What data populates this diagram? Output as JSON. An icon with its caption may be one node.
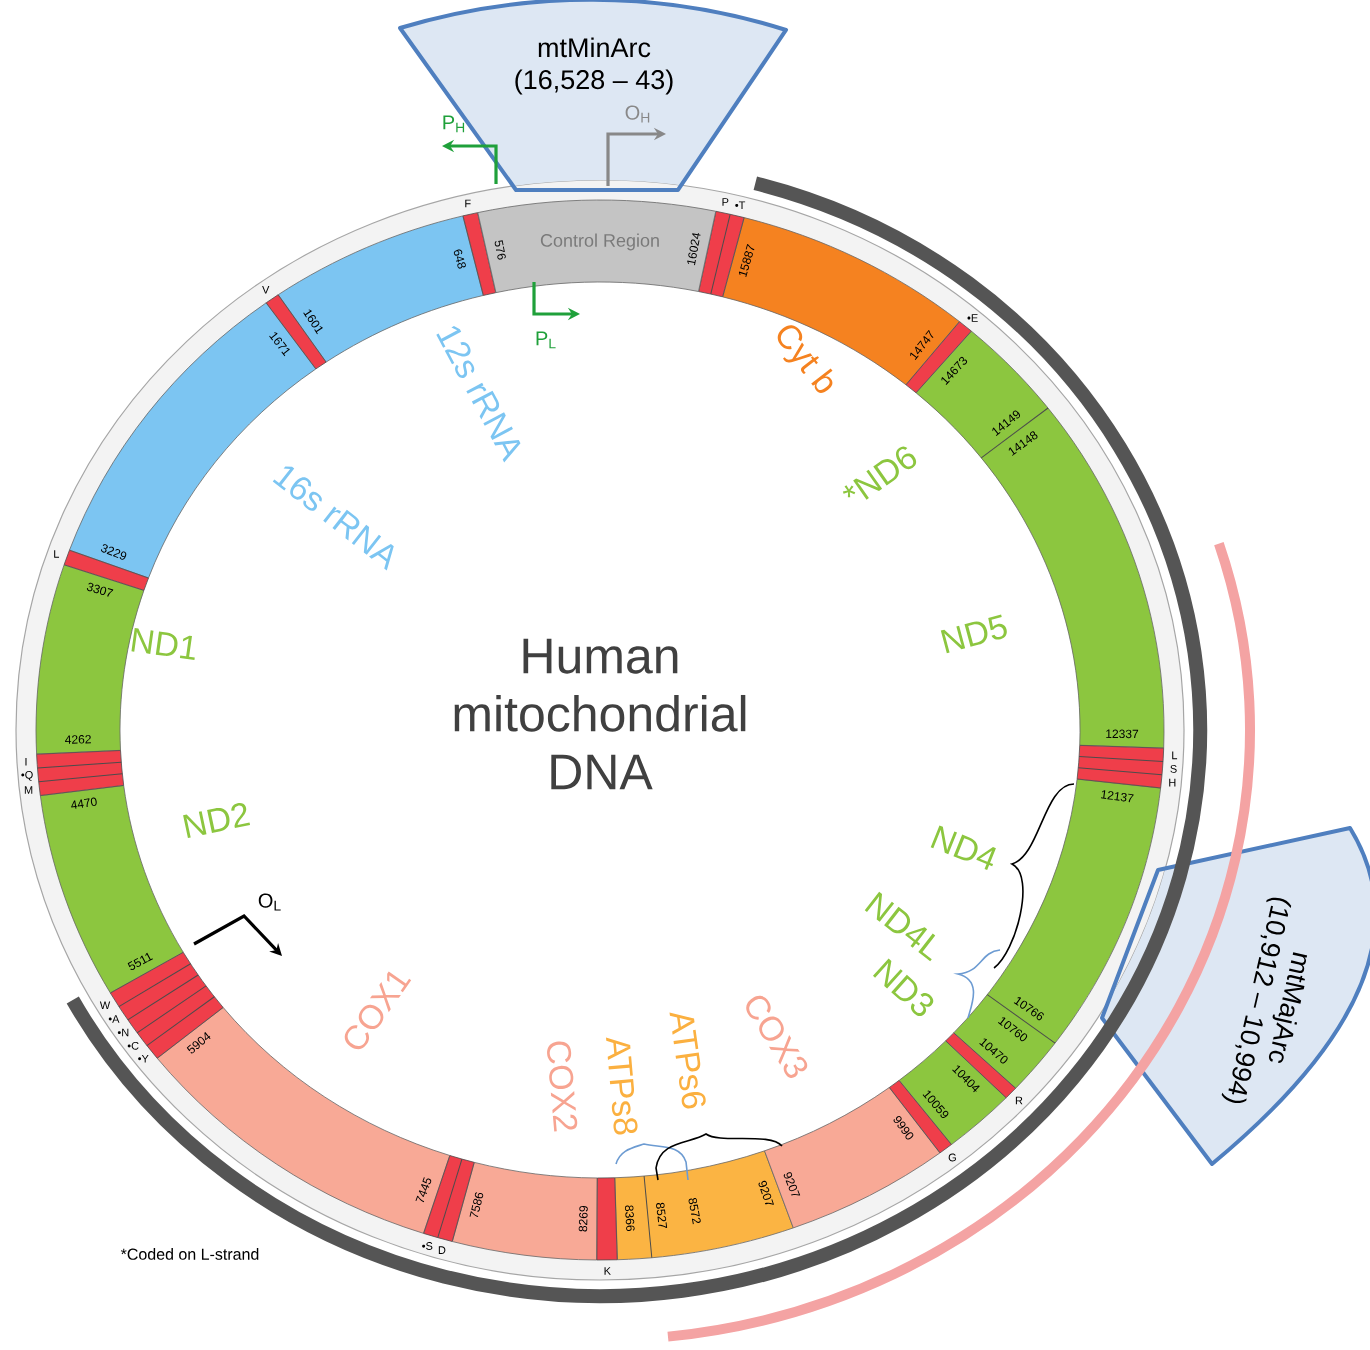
{
  "diagram": {
    "nodes": [
      {
        "text": [
          "mtMinArc",
          "(16,528 – 43)"
        ]
      },
      {
        "text": [
          "Control Region"
        ]
      },
      {
        "text": [
          "mtMajArc",
          "(10,912 – 10,994)"
        ]
      }
    ],
    "labels": [
      "Human mitochondrial DNA",
      "P$_{H}$",
      "O$_{H}$",
      "P$_{L}$",
      "O$_{L}$",
      "12s rRNA",
      "16s rRNA",
      "ND1",
      "ND2",
      "COX1",
      "COX2",
      "ATPs8",
      "ATPs6",
      "COX3",
      "ND4L",
      "ND3",
      "ND4",
      "ND5",
      "*ND6",
      "Cyt b",
      "F",
      "V",
      "L",
      "I",
      "•Q",
      "M",
      "W",
      "•A",
      "•N",
      "•C",
      "•Y",
      "•S",
      "D",
      "K",
      "G",
      "R",
      "H",
      "S",
      "L",
      "•E",
      "P",
      "•T",
      "576",
      "648",
      "1601",
      "1671",
      "3229",
      "3307",
      "4262",
      "4470",
      "5511",
      "5904",
      "7445",
      "7586",
      "8269",
      "8366",
      "8527",
      "8572",
      "9207",
      "9207",
      "9990",
      "10059",
      "10404",
      "10470",
      "10760",
      "10766",
      "12137",
      "12337",
      "14148",
      "14149",
      "14673",
      "14747",
      "16024",
      "15887",
      "*Coded on L-strand"
    ]
  }
}
